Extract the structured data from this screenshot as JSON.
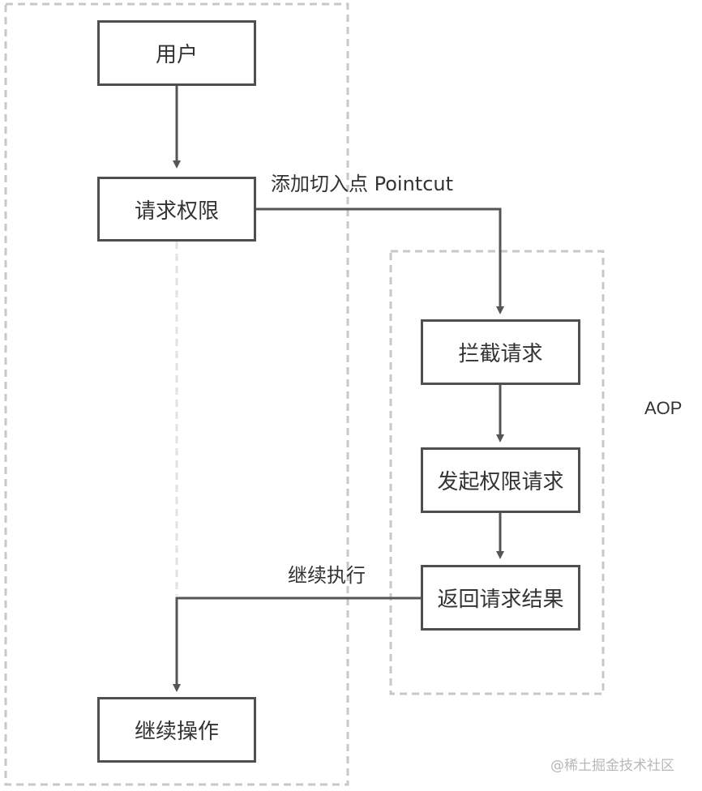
{
  "nodes": {
    "user": "用户",
    "request_permission": "请求权限",
    "intercept": "拦截请求",
    "initiate": "发起权限请求",
    "return_result": "返回请求结果",
    "continue_op": "继续操作"
  },
  "edge_labels": {
    "pointcut": "添加切入点  Pointcut",
    "continue_exec": "继续执行"
  },
  "group_labels": {
    "aop": "AOP"
  },
  "watermark": "@稀土掘金技术社区",
  "colors": {
    "line": "#555555",
    "border": "#4f4f4f",
    "dashed": "#c8c8c8"
  }
}
